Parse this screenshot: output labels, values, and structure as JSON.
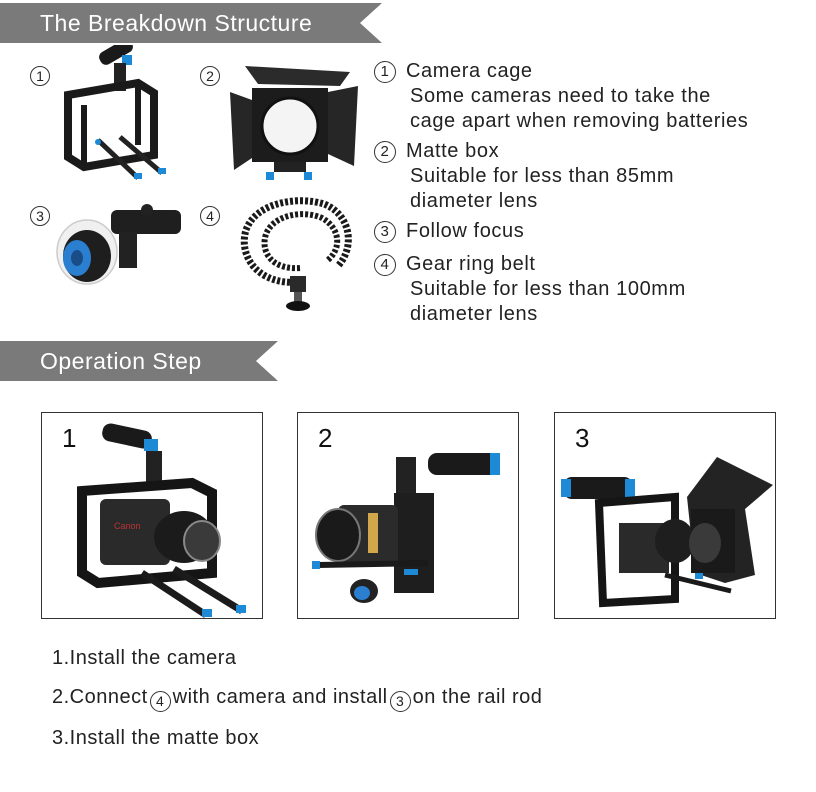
{
  "sections": {
    "breakdown_title": "The Breakdown Structure",
    "operation_title": "Operation Step"
  },
  "parts": [
    {
      "num": "1",
      "name": "Camera cage",
      "lines": [
        "Some cameras need to take the",
        "cage apart when removing batteries"
      ],
      "icon": "camera-cage-icon"
    },
    {
      "num": "2",
      "name": "Matte box",
      "lines": [
        "Suitable for less than 85mm",
        "diameter lens"
      ],
      "icon": "matte-box-icon"
    },
    {
      "num": "3",
      "name": "Follow focus",
      "lines": [],
      "icon": "follow-focus-icon"
    },
    {
      "num": "4",
      "name": "Gear ring belt",
      "lines": [
        "Suitable for less than 100mm",
        "diameter lens"
      ],
      "icon": "gear-ring-belt-icon"
    }
  ],
  "frames": [
    {
      "num": "1"
    },
    {
      "num": "2"
    },
    {
      "num": "3"
    }
  ],
  "steps": {
    "s1": "1.Install the camera",
    "s2_a": "2.Connect",
    "s2_c1": "4",
    "s2_b": "with camera and install",
    "s2_c2": "3",
    "s2_c": "on the rail rod",
    "s3": "3.Install the matte box"
  },
  "colors": {
    "banner": "#7a7a7a",
    "accent_blue": "#1e8ad6",
    "metal": "#1a1a1a"
  }
}
